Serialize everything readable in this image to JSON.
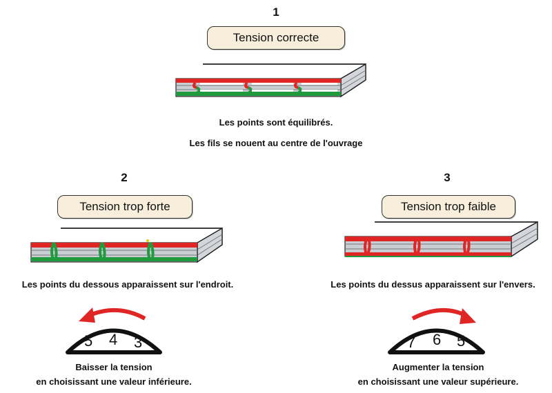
{
  "top": {
    "number": "1",
    "label": "Tension correcte",
    "line1": "Les points sont équilibrés.",
    "line2": "Les fils se nouent au centre de l'ouvrage"
  },
  "left": {
    "number": "2",
    "label": "Tension trop forte",
    "description": "Les points du dessous apparaissent sur l'endroit.",
    "dial_values": [
      "5",
      "4",
      "3"
    ],
    "action_line1": "Baisser la tension",
    "action_line2": "en choisissant une valeur inférieure."
  },
  "right": {
    "number": "3",
    "label": "Tension trop faible",
    "description": "Les points du dessus apparaissent sur l'envers.",
    "dial_values": [
      "7",
      "6",
      "5"
    ],
    "action_line1": "Augmenter la tension",
    "action_line2": "en choisissant une valeur supérieure."
  },
  "colors": {
    "upper_thread": "#e02525",
    "lower_thread": "#1f9a3c",
    "fabric": "#c9cdd4",
    "arrow": "#e02525",
    "label_bg": "#f7efdc"
  }
}
